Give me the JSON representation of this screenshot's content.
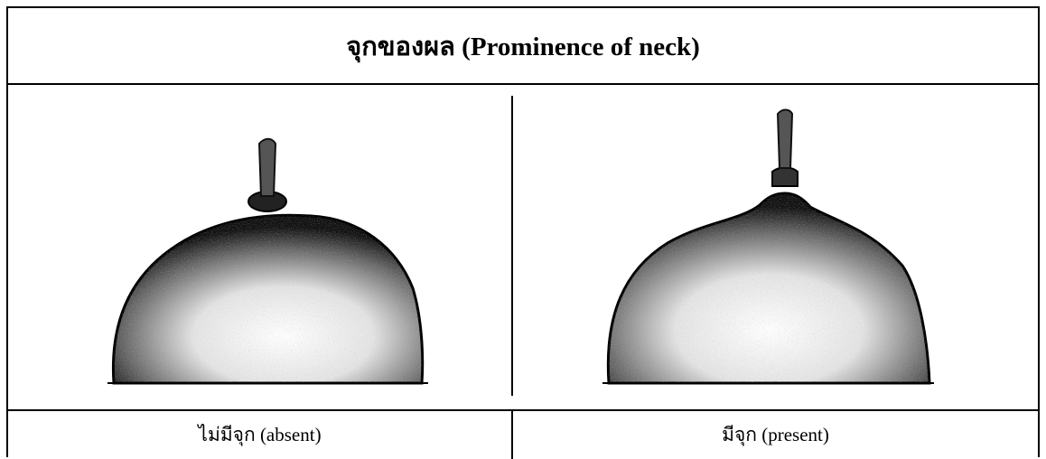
{
  "title": "จุกของผล (Prominence of neck)",
  "cells": [
    {
      "label": "ไม่มีจุก (absent)",
      "neck": "absent"
    },
    {
      "label": "มีจุก (present)",
      "neck": "present"
    }
  ]
}
